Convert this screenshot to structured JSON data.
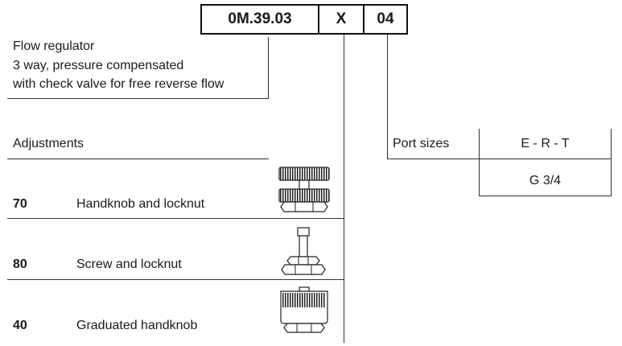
{
  "order_code": {
    "base": "0M.39.03",
    "adjust": "X",
    "port": "04"
  },
  "description": [
    "Flow regulator",
    "3 way, pressure compensated",
    "with check valve for free reverse flow"
  ],
  "adjustments": {
    "title": "Adjustments",
    "options": [
      {
        "code": "70",
        "label": "Handknob and locknut",
        "icon": "handknob-locknut-icon"
      },
      {
        "code": "80",
        "label": "Screw and locknut",
        "icon": "screw-locknut-icon"
      },
      {
        "code": "40",
        "label": "Graduated handknob",
        "icon": "graduated-handknob-icon"
      }
    ]
  },
  "port_sizes": {
    "title": "Port sizes",
    "header": "E - R - T",
    "value": "G 3/4"
  }
}
